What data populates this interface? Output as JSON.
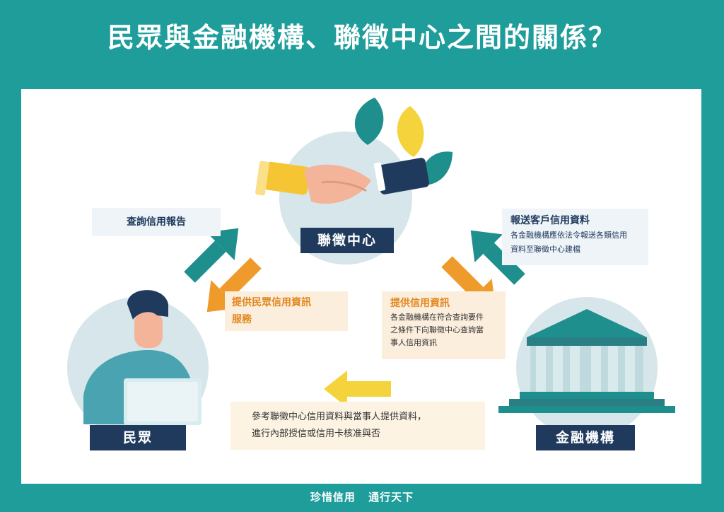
{
  "title": "民眾與金融機構、聯徵中心之間的關係？",
  "nodes": {
    "center": "聯徵中心",
    "people": "民眾",
    "bank": "金融機構"
  },
  "notes": {
    "query_report": "查詢信用報告",
    "provide_people_service": "提供民眾信用資訊\n服務",
    "provide_credit_head": "提供信用資訊",
    "provide_credit_body": "各金融機構在符合查詢要件\n之條件下向聯徵中心查詢當\n事人信用資訊",
    "report_head": "報送客戶信用資料",
    "report_body": "各金融機構應依法令報送各類信用\n資料至聯徵中心建檔",
    "reference_body": "參考聯徵中心信用資料與當事人提供資料，\n進行內部授信或信用卡核准與否"
  },
  "footer": {
    "left": "珍惜信用",
    "right": "通行天下"
  },
  "colors": {
    "background": "#1f9d9a",
    "navy": "#203a5e",
    "teal_arrow": "#1e8f8c",
    "orange_arrow": "#ef9b2c",
    "yellow_arrow": "#f5d33c",
    "circle": "#d7e6ea"
  }
}
